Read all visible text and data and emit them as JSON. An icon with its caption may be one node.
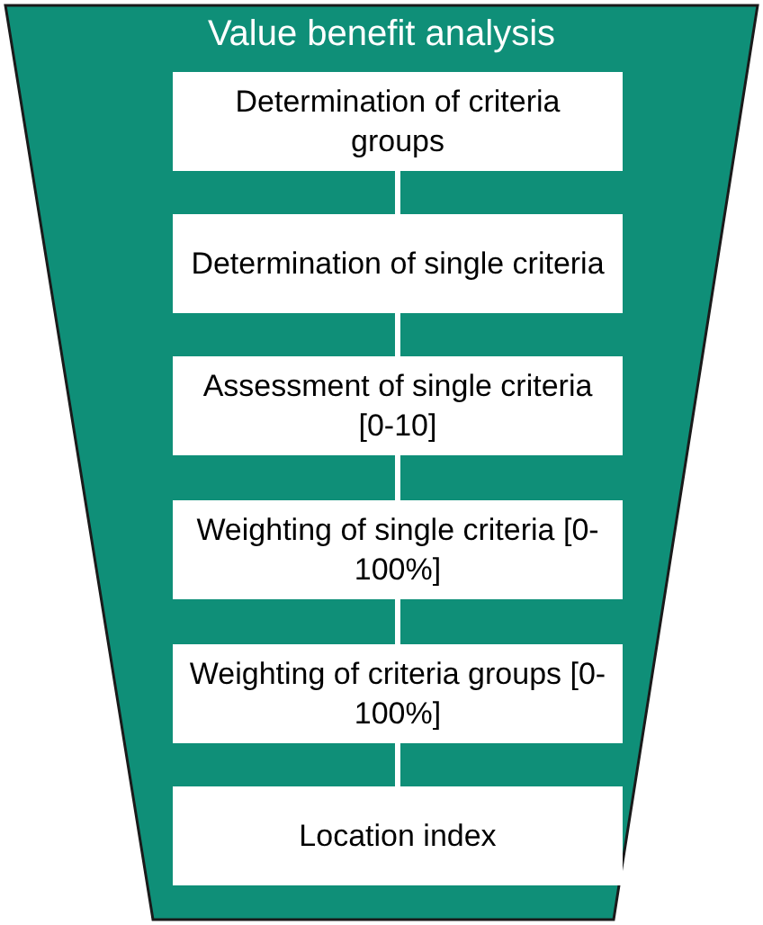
{
  "diagram": {
    "nodes": [
      {
        "text": [
          "Value benefit analysis"
        ]
      },
      {
        "text": [
          "Determination of criteria groups"
        ],
        "in": 0
      },
      {
        "text": [
          "Determination of single criteria"
        ],
        "in": 0
      },
      {
        "text": [
          "Assessment of single criteria [0-10]"
        ],
        "in": 0
      },
      {
        "text": [
          "Weighting of single criteria [0-100%]"
        ],
        "in": 0
      },
      {
        "text": [
          "Weighting of criteria groups [0-100%]"
        ],
        "in": 0
      },
      {
        "text": [
          "Location index"
        ],
        "in": 0
      }
    ],
    "edges": [
      {
        "from": 1,
        "to": 2,
        "arrow": "none"
      },
      {
        "from": 2,
        "to": 3,
        "arrow": "none"
      },
      {
        "from": 3,
        "to": 4,
        "arrow": "none"
      },
      {
        "from": 4,
        "to": 5,
        "arrow": "none"
      },
      {
        "from": 5,
        "to": 6,
        "arrow": "none"
      }
    ]
  }
}
